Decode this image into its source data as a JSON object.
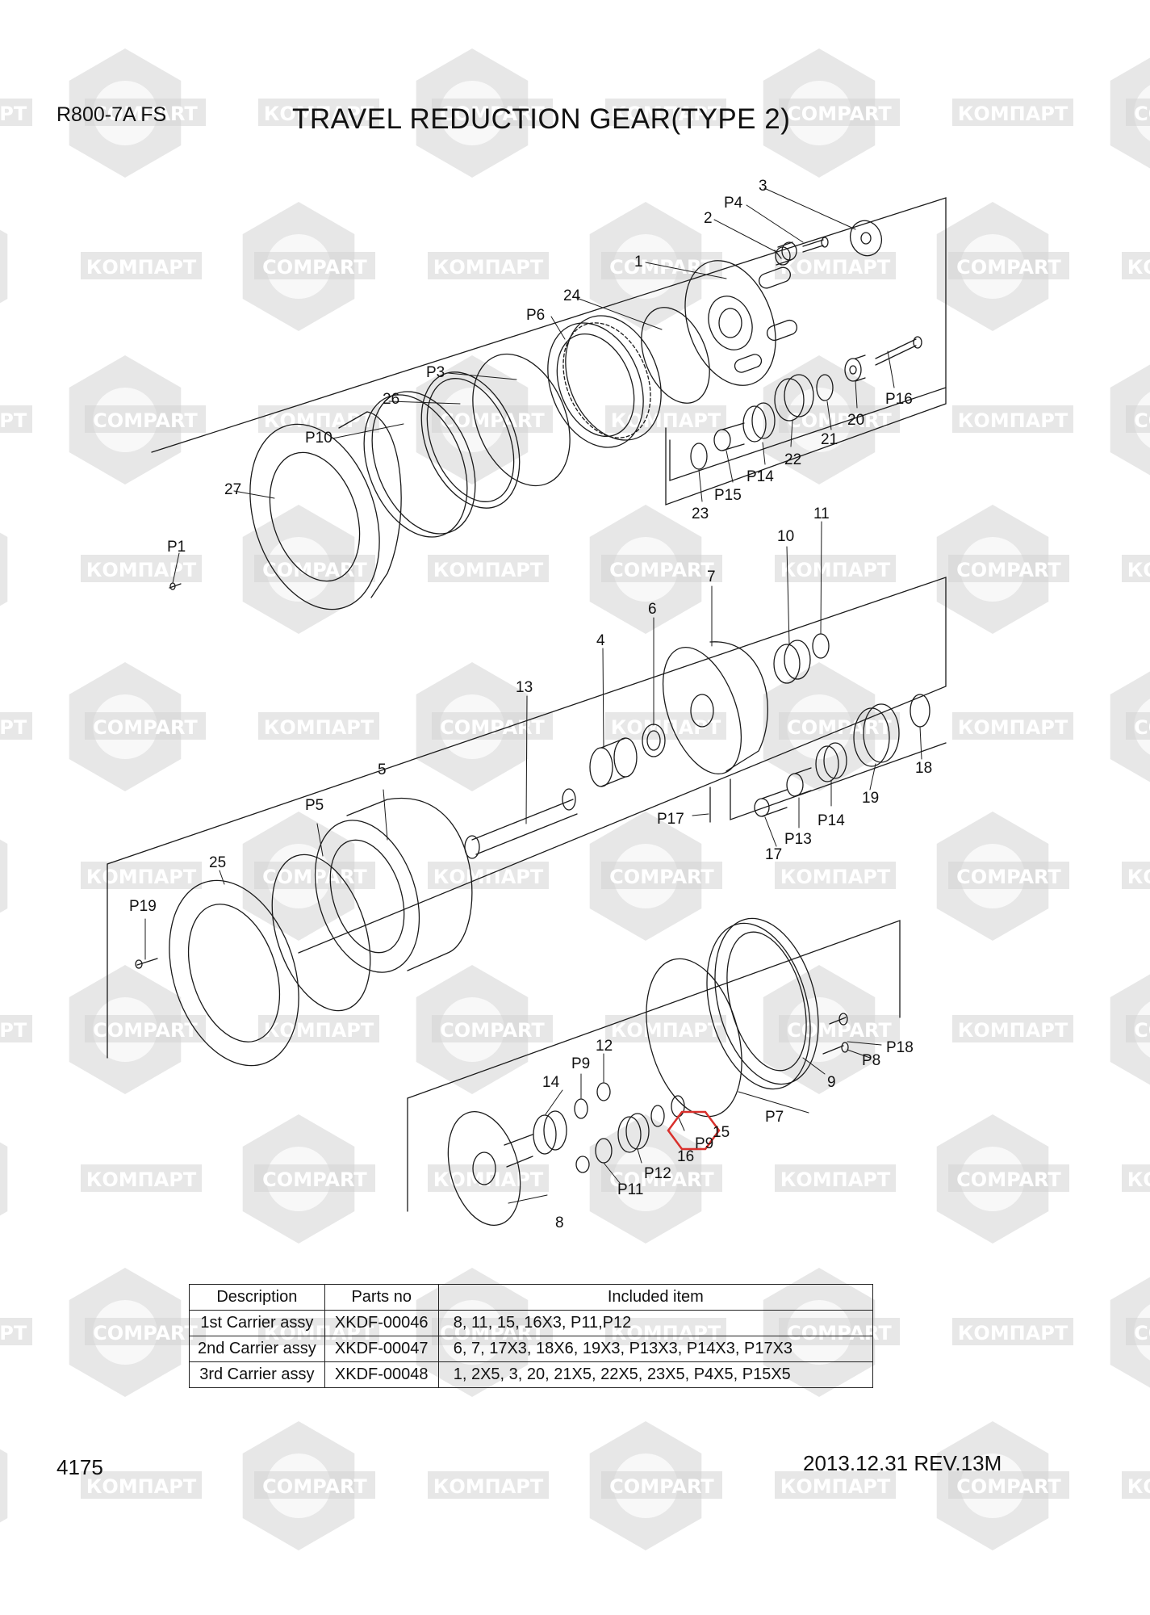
{
  "header": {
    "model": "R800-7A  FS",
    "title": "TRAVEL REDUCTION GEAR(TYPE 2)"
  },
  "footer": {
    "page_number": "4175",
    "revision": "2013.12.31  REV.13M"
  },
  "watermark": {
    "latin": "COMPART",
    "cyrillic": "КОМПАРТ"
  },
  "callouts": [
    "3",
    "P4",
    "2",
    "1",
    "24",
    "P6",
    "P3",
    "26",
    "P10",
    "27",
    "P1",
    "P16",
    "20",
    "21",
    "22",
    "P14",
    "P15",
    "23",
    "10",
    "11",
    "7",
    "6",
    "4",
    "13",
    "5",
    "P5",
    "25",
    "P19",
    "18",
    "19",
    "P14",
    "P13",
    "17",
    "P17",
    "12",
    "P9",
    "14",
    "15",
    "P9",
    "16",
    "P12",
    "P11",
    "8",
    "9",
    "P7",
    "P18",
    "P8"
  ],
  "highlighted_callout": "P9",
  "table": {
    "headers": [
      "Description",
      "Parts no",
      "Included item"
    ],
    "rows": [
      [
        "1st Carrier assy",
        "XKDF-00046",
        "8, 11, 15, 16X3, P11,P12"
      ],
      [
        "2nd Carrier assy",
        "XKDF-00047",
        "6, 7, 17X3, 18X6, 19X3, P13X3, P14X3, P17X3"
      ],
      [
        "3rd Carrier assy",
        "XKDF-00048",
        "1, 2X5, 3, 20, 21X5, 22X5, 23X5, P4X5, P15X5"
      ]
    ]
  },
  "colors": {
    "highlight": "#d9302c",
    "watermark": "#d4d4d4",
    "line": "#1a1a1a"
  }
}
